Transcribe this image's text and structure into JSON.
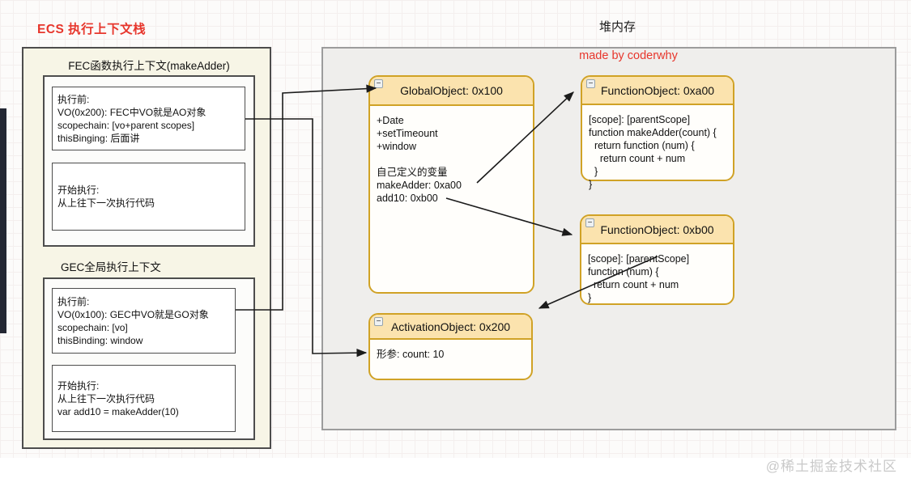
{
  "page": {
    "stack_title": "ECS 执行上下文栈",
    "heap_title": "堆内存",
    "credit": "made by coderwhy",
    "watermark": "@稀土掘金技术社区"
  },
  "icons": {
    "collapse": "−"
  },
  "stack": {
    "fec": {
      "title": "FEC函数执行上下文(makeAdder)",
      "before": {
        "lines": [
          "执行前:",
          "VO(0x200): FEC中VO就是AO对象",
          "scopechain: [vo+parent scopes]",
          "thisBinging: 后面讲"
        ]
      },
      "start": {
        "lines": [
          "开始执行:",
          "从上往下一次执行代码"
        ]
      }
    },
    "gec": {
      "title": "GEC全局执行上下文",
      "before": {
        "lines": [
          "执行前:",
          "VO(0x100): GEC中VO就是GO对象",
          "scopechain: [vo]",
          "thisBinding: window"
        ]
      },
      "start": {
        "lines": [
          "开始执行:",
          "从上往下一次执行代码",
          "var add10 = makeAdder(10)"
        ]
      }
    }
  },
  "heap": {
    "global_object": {
      "title": "GlobalObject: 0x100",
      "lines": [
        "+Date",
        "+setTimeount",
        "+window",
        "",
        "自己定义的变量",
        "makeAdder: 0xa00",
        "add10: 0xb00"
      ]
    },
    "function_a00": {
      "title": "FunctionObject: 0xa00",
      "lines": [
        "[scope]: [parentScope]",
        "function makeAdder(count) {",
        "  return function (num) {",
        "    return count + num",
        "  }",
        "}"
      ]
    },
    "function_b00": {
      "title": "FunctionObject: 0xb00",
      "lines": [
        "[scope]: [parentScope]",
        "function (num) {",
        "  return count + num",
        "}"
      ]
    },
    "activation_object": {
      "title": "ActivationObject: 0x200",
      "lines": [
        "形参: count: 10"
      ]
    }
  },
  "connections": [
    {
      "from": "GEC VO(0x100)",
      "to": "GlobalObject: 0x100"
    },
    {
      "from": "FEC VO(0x200)",
      "to": "ActivationObject: 0x200"
    },
    {
      "from": "makeAdder: 0xa00",
      "to": "FunctionObject: 0xa00"
    },
    {
      "from": "add10: 0xb00",
      "to": "FunctionObject: 0xb00"
    },
    {
      "from": "FunctionObject 0xb00 [scope]",
      "to": "ActivationObject: 0x200"
    }
  ]
}
